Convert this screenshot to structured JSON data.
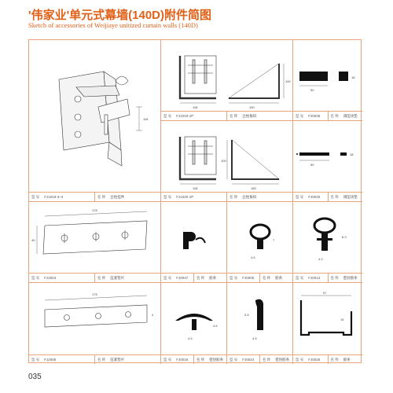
{
  "header": {
    "title": "'伟家业'单元式幕墙(140D)附件简图",
    "subtitle": "Sketch of accessories of Weijiaye unitized curtain walls (140D)"
  },
  "labels": {
    "model": "型 号",
    "name": "名 称"
  },
  "cells": [
    {
      "id": "A",
      "model": "FJ1018-3~4",
      "name": "立柱挂件",
      "dims": [
        "118"
      ]
    },
    {
      "id": "B",
      "model": "FJ1019-1P",
      "name": "立柱角码",
      "dims": [
        "118",
        "150",
        "100"
      ]
    },
    {
      "id": "C",
      "model": "FJ0035",
      "name": "调压块垫",
      "dims": [
        "50",
        "18"
      ]
    },
    {
      "id": "D",
      "model": "FJ1020-1P",
      "name": "立柱角码",
      "dims": [
        "118",
        "150",
        "100"
      ]
    },
    {
      "id": "E",
      "model": "FJ0040",
      "name": "调压块垫",
      "dims": [
        "50",
        "18"
      ]
    },
    {
      "id": "F",
      "model": "FJ2004",
      "name": "压紧垫片",
      "dims": [
        "178",
        "40"
      ]
    },
    {
      "id": "G",
      "model": "FJ0047",
      "name": "胶条",
      "dims": []
    },
    {
      "id": "H",
      "model": "FJ0005",
      "name": "胶条",
      "dims": [
        "4.5",
        "7"
      ]
    },
    {
      "id": "I",
      "model": "FJ0012",
      "name": "密封胶条",
      "dims": [
        "4.2",
        "8.9"
      ]
    },
    {
      "id": "J",
      "model": "FJ2005",
      "name": "压紧垫片",
      "dims": [
        "175",
        "4"
      ]
    },
    {
      "id": "K",
      "model": "FJ0016",
      "name": "密封胶条",
      "dims": [
        "4.5",
        "4.6"
      ]
    },
    {
      "id": "L",
      "model": "FJ0024",
      "name": "密封胶条",
      "dims": [
        "4.5",
        "9.8"
      ]
    },
    {
      "id": "M",
      "model": "FJ0025",
      "name": "胶条",
      "dims": [
        "57",
        "15"
      ]
    }
  ],
  "page_number": "035",
  "colors": {
    "title": "#e06018",
    "border": "#e6a57c"
  }
}
